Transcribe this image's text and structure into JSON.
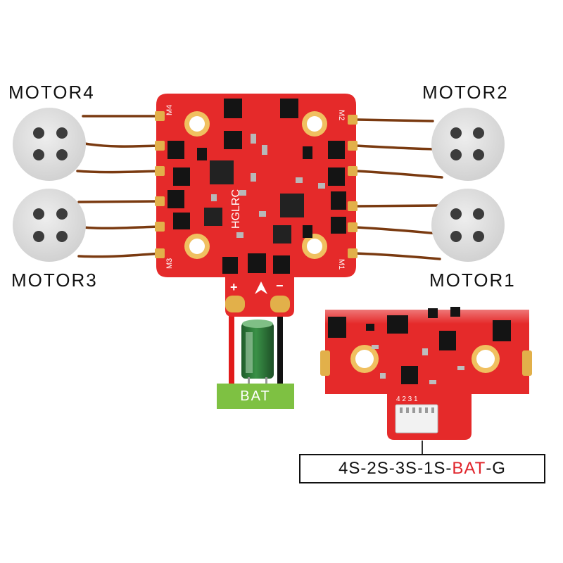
{
  "labels": {
    "motor4": "MOTOR4",
    "motor2": "MOTOR2",
    "motor3": "MOTOR3",
    "motor1": "MOTOR1",
    "battery": "BAT"
  },
  "board": {
    "brand": "HGLRC",
    "pad_labels": [
      "M4",
      "M2",
      "M3",
      "M1"
    ],
    "polarity": {
      "positive": "+",
      "negative": "−"
    }
  },
  "connector": {
    "pin_numbers": "4 2 3 1",
    "pinout_prefix": "4S-2S-3S-1S-",
    "pinout_bat": "BAT",
    "pinout_suffix": "-G"
  },
  "colors": {
    "pcb_red": "#e52a2a",
    "pad_gold": "#e2b04a",
    "wire_brown": "#7a3a10",
    "motor_gray": "#dcdcdc",
    "motor_hole": "#3c3c3c",
    "battery_wire_red": "#e11b1b",
    "battery_wire_black": "#111111",
    "capacitor_green": "#2e7a3a",
    "bat_label_bg": "#7ec142",
    "pinout_bat_red": "#e0242b"
  }
}
